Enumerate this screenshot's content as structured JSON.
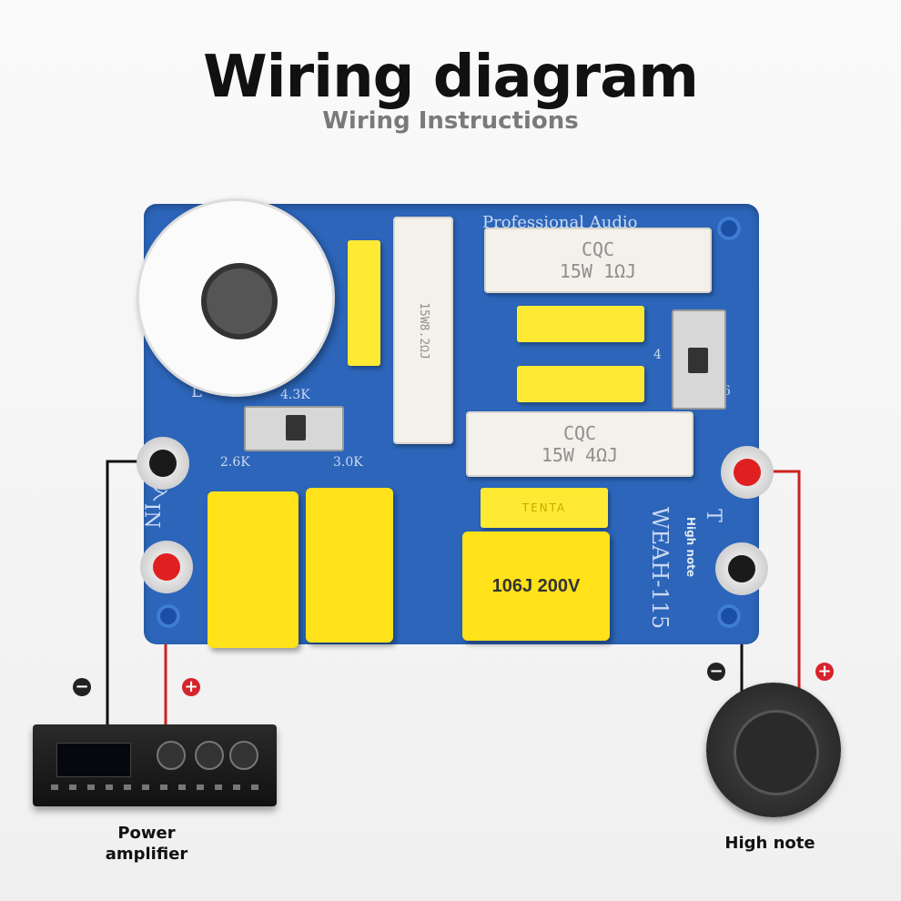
{
  "title": "Wiring diagram",
  "subtitle": "Wiring Instructions",
  "board": {
    "silkscreen_top": "Professional Audio",
    "model": "WEAH-115",
    "freq_labels": [
      "4.3K",
      "2.6K",
      "3.0K"
    ],
    "switch_labels": [
      "4",
      "6"
    ],
    "in_label": "IN",
    "in_cn": "输入",
    "out_label": "T",
    "high_note_small": "High note",
    "letter_L": "L"
  },
  "components": {
    "resistor_1_brand": "CQC",
    "resistor_1_spec": "15W 1ΩJ",
    "resistor_2_brand": "CQC",
    "resistor_2_spec": "15W 4ΩJ",
    "resistor_3_spec": "15W8.2ΩJ",
    "small_cap_brand": "TENTA",
    "big_cap_spec": "106J 200V"
  },
  "legend": {
    "minus": "−",
    "plus": "+"
  },
  "devices": {
    "amplifier_label": "Power amplifier",
    "tweeter_label": "High note"
  },
  "colors": {
    "pcb": "#2c65b9",
    "wire_positive": "#cc2222",
    "wire_negative": "#111111",
    "terminal_red": "#e02020",
    "sign_positive": "#d6242b",
    "sign_negative": "#222222"
  }
}
